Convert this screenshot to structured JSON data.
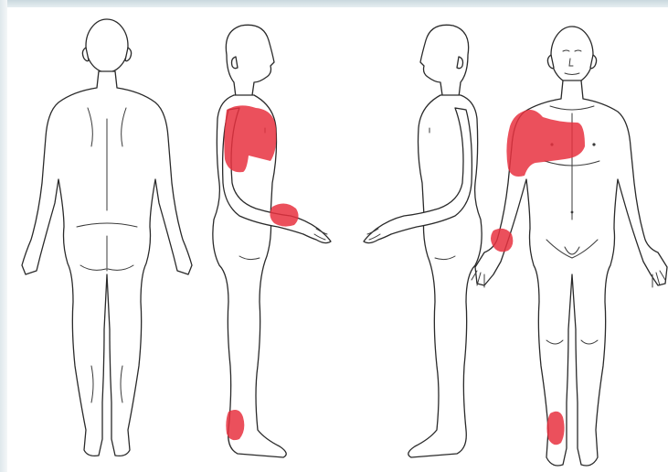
{
  "colors": {
    "pain_marker": "#e8313f",
    "outline": "#2a2a2a",
    "background": "#ffffff",
    "frame_band": "#c9d8de"
  },
  "figures": [
    {
      "id": "back",
      "view": "posterior",
      "pain_regions": []
    },
    {
      "id": "left-side",
      "view": "lateral-facing-right",
      "pain_regions": [
        "chest-upper-arm",
        "wrist",
        "ankle"
      ]
    },
    {
      "id": "right-side",
      "view": "lateral-facing-left",
      "pain_regions": []
    },
    {
      "id": "front",
      "view": "anterior",
      "pain_regions": [
        "shoulder-chest",
        "wrist",
        "ankle"
      ]
    }
  ]
}
